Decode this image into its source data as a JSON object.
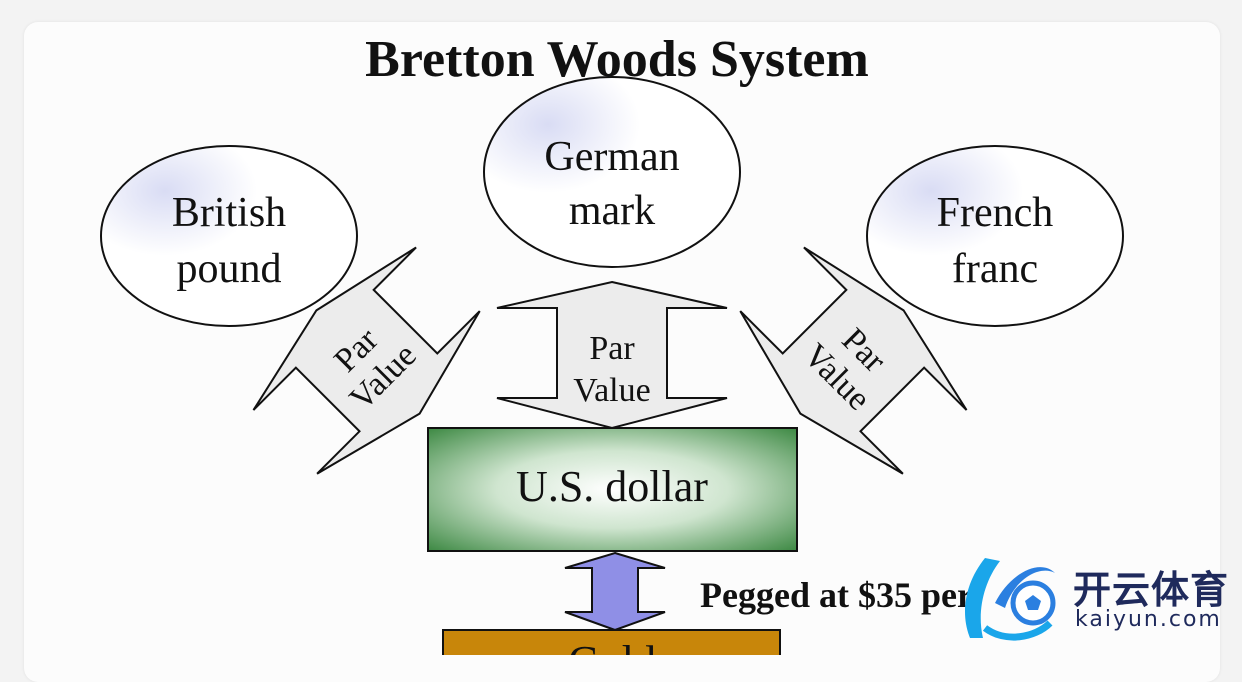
{
  "title": "Bretton Woods System",
  "currencies": [
    {
      "line1": "British",
      "line2": "pound"
    },
    {
      "line1": "German",
      "line2": "mark"
    },
    {
      "line1": "French",
      "line2": "franc"
    }
  ],
  "arrow_label": {
    "line1": "Par",
    "line2": "Value"
  },
  "center": "U.S. dollar",
  "peg_text": "Pegged at $35 per",
  "gold": "Gold",
  "watermark": {
    "cn": "开云体育",
    "en": "kaiyun.com"
  },
  "colors": {
    "dollar": "#3f8a45",
    "gold": "#c8860a",
    "peg_arrow": "#8f8fe6",
    "arrow_fill": "#ececec"
  }
}
